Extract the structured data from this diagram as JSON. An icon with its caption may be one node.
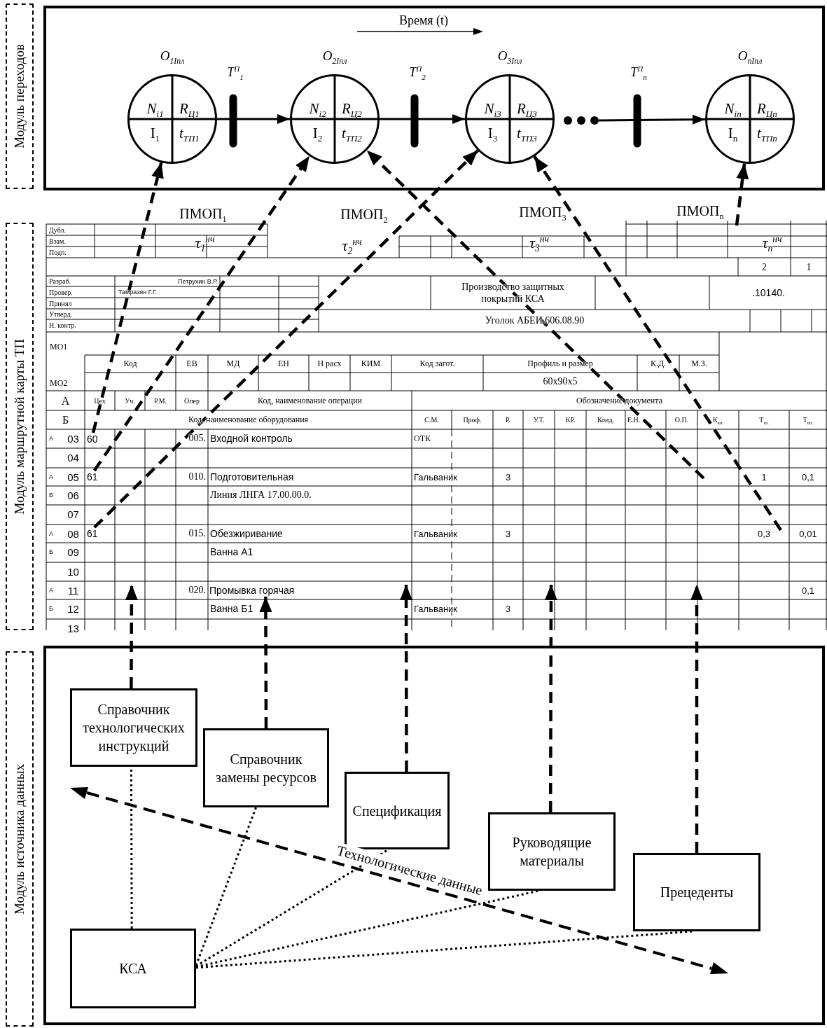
{
  "diagram": {
    "nodes": [
      {
        "text": [
          "Модуль переходов"
        ]
      },
      {
        "text": [
          "N$_{i1}$",
          "R$_{Ц1}$",
          "I$_{1}$",
          "t$_{ТП1}$"
        ],
        "beside": [
          "O$_{1Iпл}$"
        ]
      },
      {
        "text": [
          "N$_{i2}$",
          "R$_{Ц2}$",
          "I$_{2}$",
          "t$_{ТП2}$"
        ],
        "beside": [
          "O$_{2Iпл}$"
        ]
      },
      {
        "text": [
          "N$_{i3}$",
          "R$_{Ц3}$",
          "I$_{3}$",
          "t$_{ТП3}$"
        ],
        "beside": [
          "O$_{3Iпл}$"
        ]
      },
      {
        "text": [],
        "shape": "dots"
      },
      {
        "text": [
          "N$_{in}$",
          "R$_{Цn}$",
          "I$_{n}$",
          "t$_{ТПn}$"
        ],
        "beside": [
          "O$_{nIпл}$"
        ]
      },
      {
        "text": [
          "Модуль маршрутной карты ТП"
        ]
      },
      {
        "text": [
          "Модуль источника данных"
        ]
      },
      {
        "text": [
          "Справочник технологических инструкций"
        ]
      },
      {
        "text": [
          "Справочник замены ресурсов"
        ]
      },
      {
        "text": [
          "Спецификация"
        ]
      },
      {
        "text": [
          "Руководящие материалы"
        ]
      },
      {
        "text": [
          "Прецеденты"
        ]
      },
      {
        "text": [
          "КСА"
        ]
      },
      {
        "text": [
          "60"
        ]
      },
      {
        "text": [
          "61"
        ]
      },
      {
        "text": [
          "61"
        ]
      },
      {
        "text": [
          "Промывка горячая"
        ]
      }
    ],
    "edges": [
      {
        "from": 1,
        "to": 2,
        "arrow": "to"
      },
      {
        "from": 2,
        "to": 3,
        "arrow": "to"
      },
      {
        "from": 4,
        "to": 5,
        "arrow": "to"
      },
      {
        "from": 14,
        "to": 1,
        "arrow": "to",
        "style": "dashed"
      },
      {
        "from": 15,
        "to": 2,
        "arrow": "to",
        "style": "dashed"
      },
      {
        "from": 16,
        "to": 3,
        "arrow": "to",
        "style": "dashed"
      },
      {
        "from": null,
        "to": 2,
        "arrow": "to",
        "style": "dashed"
      },
      {
        "from": null,
        "to": 3,
        "arrow": "to",
        "style": "dashed"
      },
      {
        "from": null,
        "to": 5,
        "arrow": "to",
        "style": "dashed"
      },
      {
        "from": 8,
        "to": null,
        "arrow": "to",
        "style": "dashed"
      },
      {
        "from": 9,
        "to": 17,
        "arrow": "to",
        "style": "dashed"
      },
      {
        "from": 10,
        "to": null,
        "arrow": "to",
        "style": "dashed"
      },
      {
        "from": 11,
        "to": null,
        "arrow": "to",
        "style": "dashed"
      },
      {
        "from": 12,
        "to": null,
        "arrow": "to",
        "style": "dashed"
      },
      {
        "from": 13,
        "to": 8,
        "arrow": "none",
        "style": "dashed"
      },
      {
        "from": 13,
        "to": 9,
        "arrow": "none",
        "style": "dashed"
      },
      {
        "from": 13,
        "to": 10,
        "arrow": "none",
        "style": "dashed"
      },
      {
        "from": 13,
        "to": 11,
        "arrow": "none",
        "style": "dashed"
      },
      {
        "from": 13,
        "to": 12,
        "arrow": "none",
        "style": "dashed"
      }
    ],
    "labels": [
      "Время (t)",
      "T$^{П}$$_{1}$",
      "T$^{П}$$_{2}$",
      "T$^{П}$$_{n}$",
      "ПМОП$_{1}$",
      "ПМОП$_{2}$",
      "ПМОП$_{3}$",
      "ПМОП$_{n}$",
      "Дубл.",
      "Взам.",
      "Подп.",
      "τ$_{1}$$^{нч}$",
      "τ$_{2}$$^{нч}$",
      "τ$_{3}$$^{нч}$",
      "τ$_{n}$$^{нч}$",
      "2",
      "1",
      "Разраб.",
      "Петрухин В.Р.",
      "Провер.",
      "Тамразян Г.Г.",
      "Принял",
      "Производство защитных покрытий КСА",
      ".10140.",
      "Утверд.",
      "Н. контр.",
      "Уголок АБЕИ.606.08.90",
      "МО1",
      "Код",
      "ЕВ",
      "МД",
      "ЕН",
      "Н расх",
      "КИМ",
      "Код загот.",
      "Профиль и размер",
      "К.Д.",
      "М.З.",
      "МО2",
      "60х90х5",
      "А",
      "Цех",
      "Уч.",
      "Р.М.",
      "Опер",
      "Код, наименование операции",
      "Обозначение документа",
      "Б",
      "Код, наименование оборудования",
      "С.М.",
      "Проф.",
      "Р.",
      "У.Т.",
      "КР.",
      "Коид.",
      "Е.Н.",
      "О.П.",
      "К$_{шт.}$",
      "Т$_{пз.}$",
      "Т$_{шт.}$",
      "А",
      "03",
      "005.",
      "Входной контроль",
      "ОТК",
      "04",
      "А",
      "05",
      "010.",
      "Подготовительная",
      "Гальваник",
      "3",
      "1",
      "0,1",
      "Б",
      "06",
      "Линия ЛНГА 17.00.00.0.",
      "07",
      "А",
      "08",
      "015.",
      "Обезжиривание",
      "Гальваник",
      "3",
      "0,3",
      "0,01",
      "Б",
      "09",
      "Ванна А1",
      "10",
      "А",
      "11",
      "020.",
      "0,1",
      "Б",
      "12",
      "Ванна Б1",
      "Гальваник",
      "3",
      "13",
      "Технологические данные"
    ]
  }
}
